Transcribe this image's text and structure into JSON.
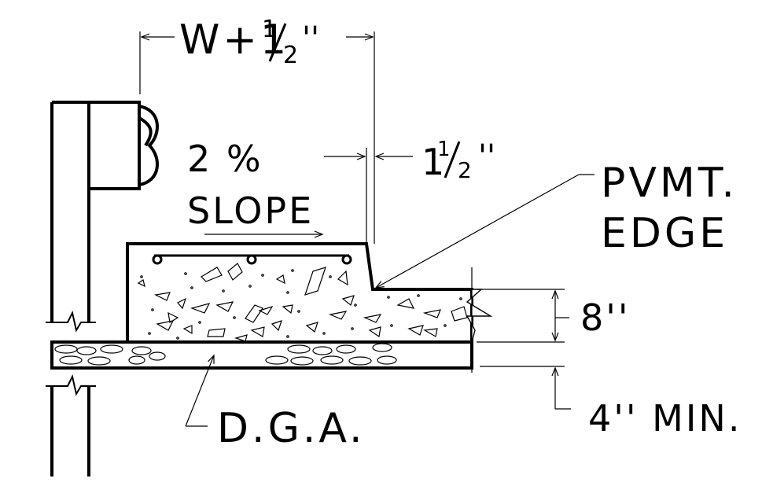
{
  "labels": {
    "top_dim_prefix": "W+1",
    "top_dim_num": "1",
    "top_dim_den": "2",
    "top_dim_unit": "''",
    "slope_value": "2 %",
    "slope_word": "SLOPE",
    "right_dim_whole": "1",
    "right_dim_num": "1",
    "right_dim_den": "2",
    "right_dim_unit": "''",
    "pvmt_line1": "PVMT.",
    "pvmt_line2": "EDGE",
    "thickness": "8''",
    "base_thickness": "4'' MIN.",
    "base_material": "D.G.A."
  }
}
